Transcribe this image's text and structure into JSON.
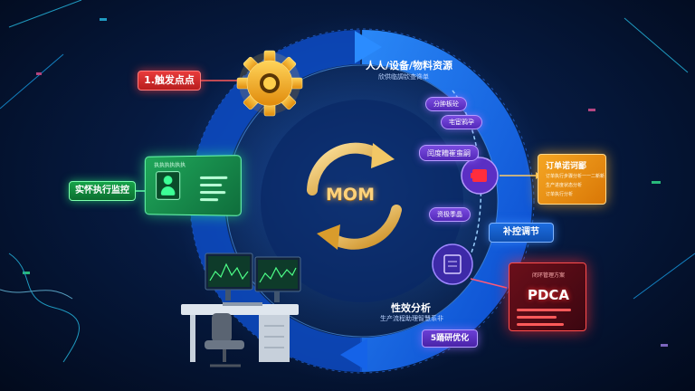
{
  "center": {
    "title": "MOM"
  },
  "labels": {
    "trigger": "1.触发点点",
    "execution": "实怀执行监控",
    "resources": "人人/设备/物料资源",
    "resources_sub": "欣供临調钦查谗单",
    "supplement": "补控调节",
    "analysis": "性效分析",
    "analysis_sub": "生产流程助理智慧系非",
    "optimize": "5踊研优化",
    "pdca": "PDCA"
  },
  "pills": [
    "分肿板砼",
    "宅宦鸦孕",
    "闰度糟崔蛮嗣",
    "资极季晶"
  ],
  "green_card": {
    "header": "执执执执执执"
  },
  "yellow_card": {
    "title": "订单诺诃鄙",
    "rows": [
      "订单执行步骤分析一一二新新",
      "生产进度状态分析",
      "订单执行分析"
    ]
  },
  "red_card": {
    "caption": "闭环管理方案"
  },
  "colors": {
    "ring": "#1e7bff",
    "gear": "#f6b21a",
    "red": "#e83b3b",
    "green": "#17a34a",
    "yellow": "#f5a623",
    "purple": "#6a3fd6",
    "blue": "#1c6de0"
  }
}
